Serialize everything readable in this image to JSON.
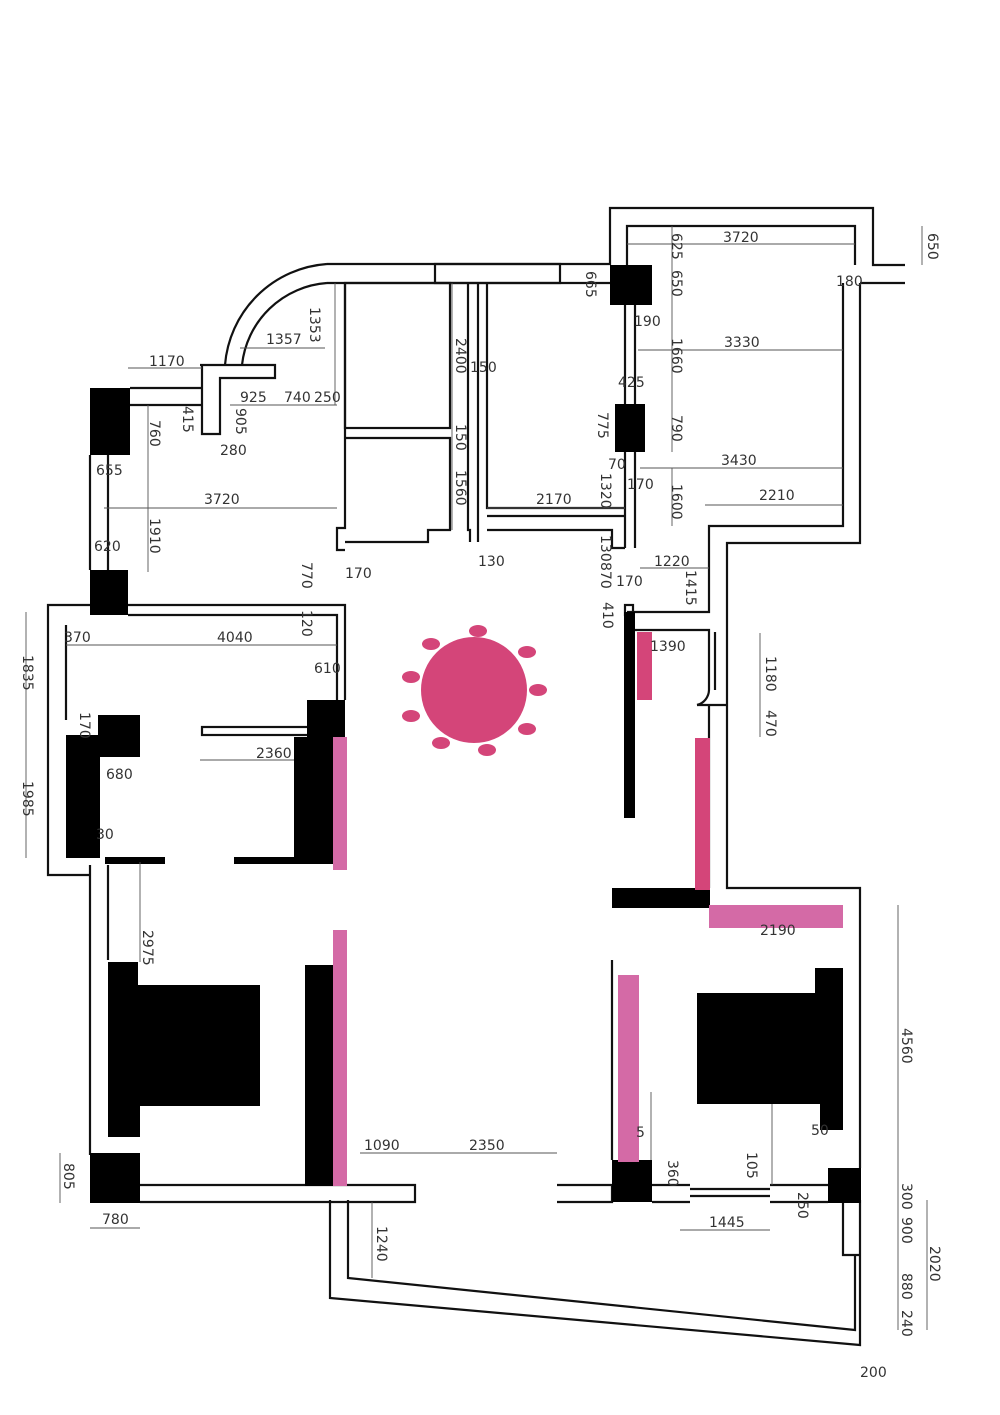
{
  "colors": {
    "wall": "#111111",
    "solid": "#000000",
    "accent_pink": "#d44579",
    "accent_mauve": "#d46aa6",
    "dimension": "#555555"
  },
  "dimensions": {
    "d3720_top": "3720",
    "d650_right": "650",
    "d625": "625",
    "d650_col": "650",
    "d665": "665",
    "d180": "180",
    "d190": "190",
    "d3330": "3330",
    "d1660": "1660",
    "d425": "425",
    "d775": "775",
    "d790": "790",
    "d3430": "3430",
    "d70": "70",
    "d1320": "1320",
    "d170_a": "170",
    "d1600": "1600",
    "d2210": "2210",
    "d1353": "1353",
    "d1357": "1357",
    "d1170": "1170",
    "d2400": "2400",
    "d150_a": "150",
    "d925": "925",
    "d740": "740",
    "d250_a": "250",
    "d415": "415",
    "d905": "905",
    "d760": "760",
    "d280": "280",
    "d150_b": "150",
    "d1560": "1560",
    "d655": "655",
    "d3720_left": "3720",
    "d2170": "2170",
    "d1910": "1910",
    "d620": "620",
    "d130_a": "130",
    "d130_b": "130",
    "d870": "870",
    "d1220": "1220",
    "d770": "770",
    "d170_b": "170",
    "d170_c": "170",
    "d1415": "1415",
    "d120": "120",
    "d410": "410",
    "d370": "370",
    "d4040": "4040",
    "d1390": "1390",
    "d1180": "1180",
    "d1835": "1835",
    "d610": "610",
    "d470": "470",
    "d170_d": "170",
    "d2360": "2360",
    "d680": "680",
    "d1985": "1985",
    "d30": "30",
    "d2190": "2190",
    "d2975": "2975",
    "d4560": "4560",
    "d50": "50",
    "d1090": "1090",
    "d2350": "2350",
    "d5": "5",
    "d360": "360",
    "d105": "105",
    "d805": "805",
    "d250_b": "250",
    "d300": "300",
    "d780": "780",
    "d1445": "1445",
    "d900": "900",
    "d1240": "1240",
    "d2020": "2020",
    "d880": "880",
    "d240": "240",
    "d200": "200"
  }
}
